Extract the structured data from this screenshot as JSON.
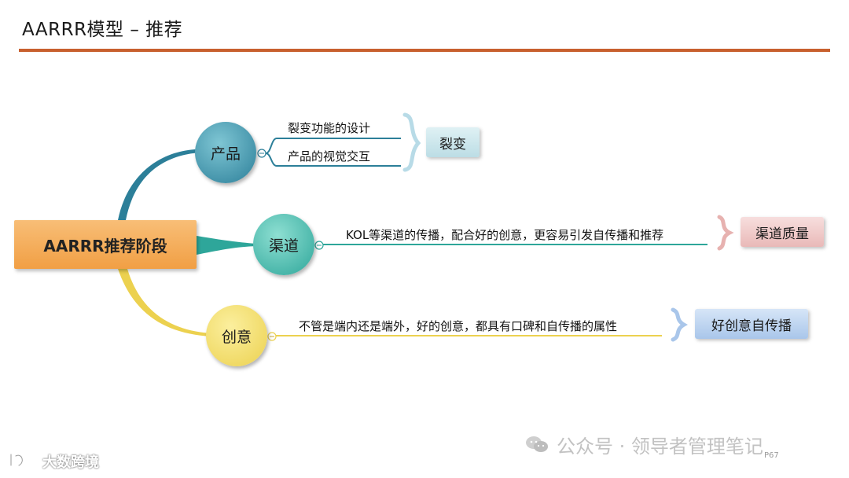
{
  "title": "AARRR模型 – 推荐",
  "root": "AARRR推荐阶段",
  "branches": [
    {
      "label": "产品",
      "items": [
        "裂变功能的设计",
        "产品的视觉交互"
      ],
      "tag": "裂变"
    },
    {
      "label": "渠道",
      "items": [
        "KOL等渠道的传播，配合好的创意，更容易引发自传播和推荐"
      ],
      "tag": "渠道质量"
    },
    {
      "label": "创意",
      "items": [
        "不管是端内还是端外，好的创意，都具有口碑和自传播的属性"
      ],
      "tag": "好创意自传播"
    }
  ],
  "watermark": "公众号 · 领导者管理笔记",
  "page_number": "P67",
  "brand": "大数跨境",
  "colors": {
    "accent_rule": "#c8602e",
    "product": "#2c7f99",
    "channel": "#2ea69a",
    "idea": "#ecd14f"
  }
}
